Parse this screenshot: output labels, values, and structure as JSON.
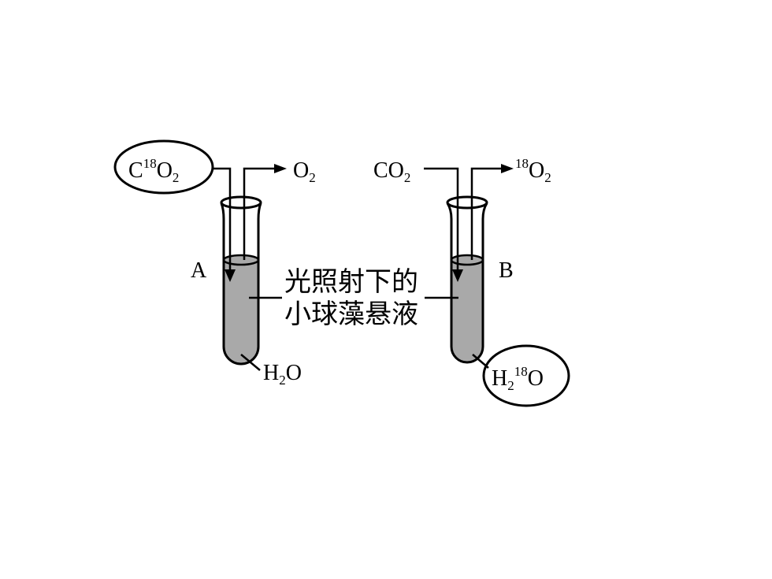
{
  "diagram": {
    "tube_a": {
      "letter": "A",
      "input_gas": {
        "base": "C",
        "sup": "18",
        "rest": "O",
        "sub": "2"
      },
      "output_gas": {
        "base": "O",
        "sub": "2"
      },
      "water": {
        "base": "H",
        "sub": "2",
        "rest": "O"
      }
    },
    "tube_b": {
      "letter": "B",
      "input_gas": {
        "base": "CO",
        "sub": "2"
      },
      "output_gas": {
        "sup": "18",
        "base": "O",
        "sub": "2"
      },
      "water": {
        "base": "H",
        "sub": "2",
        "sup": "18",
        "rest": "O"
      }
    },
    "suspension_label": {
      "line1": "光照射下的",
      "line2": "小球藻悬液"
    },
    "colors": {
      "liquid": "#a9a9a9",
      "ink": "#000000",
      "background": "#ffffff"
    }
  }
}
